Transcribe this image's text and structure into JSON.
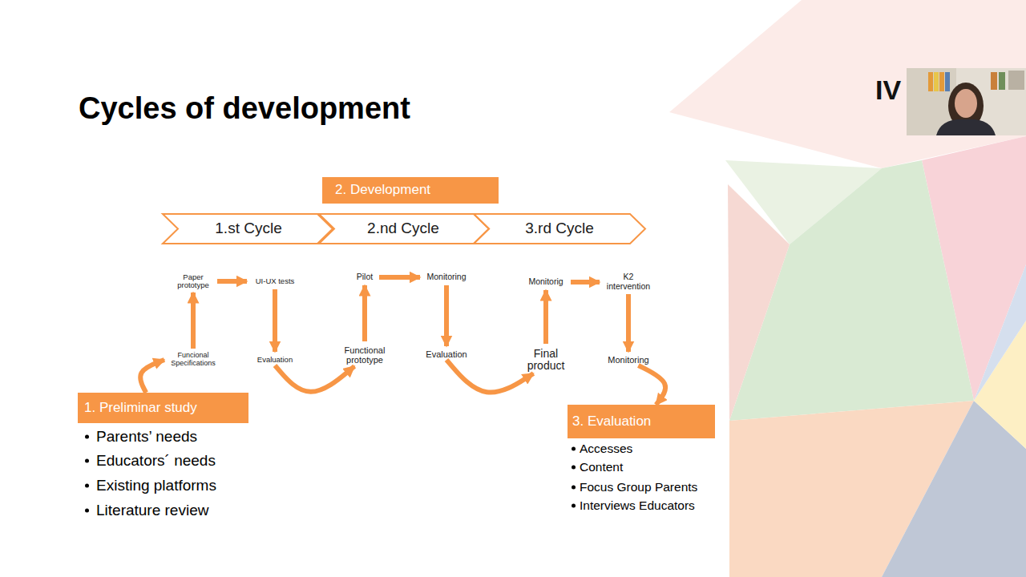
{
  "diagram": {
    "title": "Cycles of development",
    "nodes": [
      {
        "text": [
          "2. Development"
        ]
      },
      {
        "text": [
          "1.st Cycle"
        ]
      },
      {
        "text": [
          "2.nd Cycle"
        ]
      },
      {
        "text": [
          "3.rd Cycle"
        ]
      },
      {
        "text": [
          "Paper prototype"
        ]
      },
      {
        "text": [
          "UI-UX tests"
        ]
      },
      {
        "text": [
          "Pilot"
        ]
      },
      {
        "text": [
          "Monitoring"
        ]
      },
      {
        "text": [
          "Monitorig"
        ]
      },
      {
        "text": [
          "K2 intervention"
        ]
      },
      {
        "text": [
          "Funcional Specifications"
        ]
      },
      {
        "text": [
          "Evaluation"
        ]
      },
      {
        "text": [
          "Functional prototype"
        ]
      },
      {
        "text": [
          "Evaluation"
        ]
      },
      {
        "text": [
          "Final product"
        ]
      },
      {
        "text": [
          "Monitoring"
        ]
      },
      {
        "text": [
          "1. Preliminar study"
        ]
      },
      {
        "text": [
          "3. Evaluation"
        ]
      }
    ],
    "edges": [
      {
        "from": 16,
        "to": 10,
        "arrow": "to"
      },
      {
        "from": 10,
        "to": 4,
        "arrow": "to"
      },
      {
        "from": 4,
        "to": 5,
        "arrow": "to"
      },
      {
        "from": 5,
        "to": 11,
        "arrow": "to"
      },
      {
        "from": 11,
        "to": 12,
        "arrow": "to"
      },
      {
        "from": 12,
        "to": 6,
        "arrow": "to"
      },
      {
        "from": 6,
        "to": 7,
        "arrow": "to"
      },
      {
        "from": 7,
        "to": 13,
        "arrow": "to"
      },
      {
        "from": 13,
        "to": 14,
        "arrow": "to"
      },
      {
        "from": 14,
        "to": 8,
        "arrow": "to"
      },
      {
        "from": 8,
        "to": 9,
        "arrow": "to"
      },
      {
        "from": 9,
        "to": 15,
        "arrow": "to"
      },
      {
        "from": 15,
        "to": 17,
        "arrow": "to"
      }
    ],
    "labels": [
      "Parents’ needs",
      "Educators´ needs",
      "Existing platforms",
      "Literature review",
      "Accesses",
      "Content",
      "Focus Group Parents",
      "Interviews Educators",
      "IV"
    ]
  }
}
